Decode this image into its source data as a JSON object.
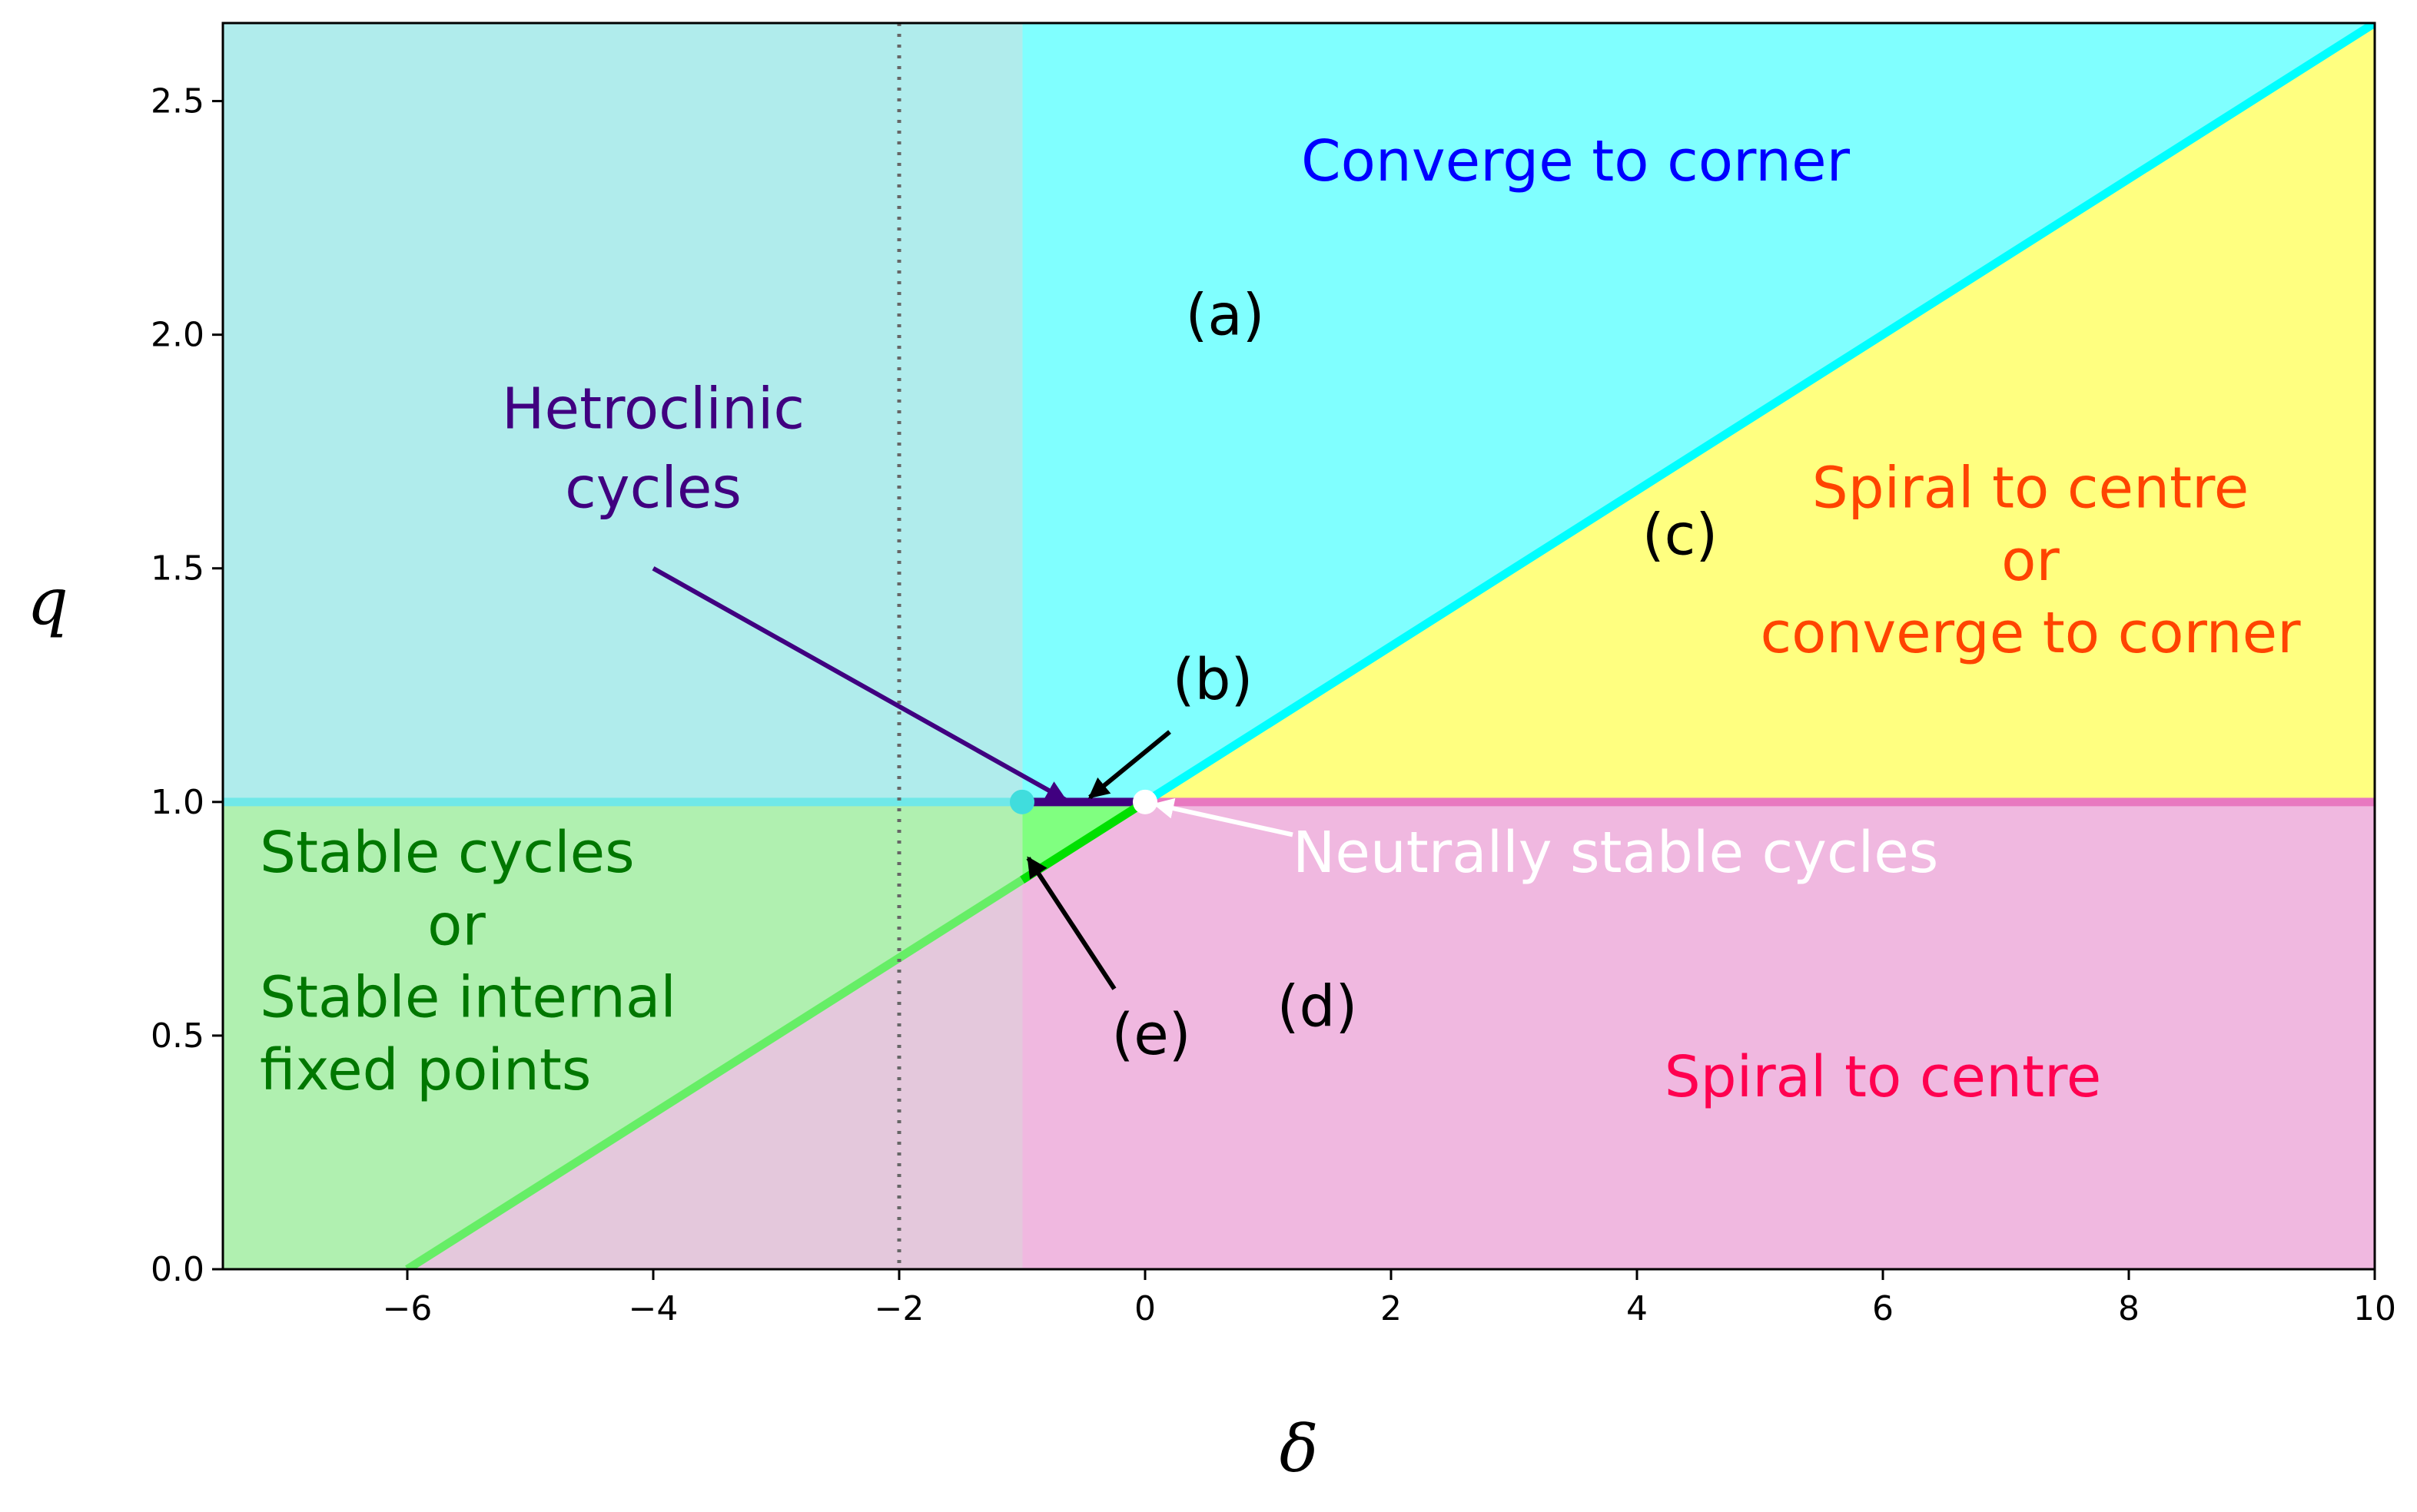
{
  "chart_data": {
    "type": "area",
    "xlabel": "δ",
    "ylabel": "q",
    "xlim": [
      -7.5,
      10
    ],
    "ylim": [
      0,
      2.667
    ],
    "xticks": [
      -6,
      -4,
      -2,
      0,
      2,
      4,
      6,
      8,
      10
    ],
    "xtick_labels": [
      "−6",
      "−4",
      "−2",
      "0",
      "2",
      "4",
      "6",
      "8",
      "10"
    ],
    "yticks": [
      0.0,
      0.5,
      1.0,
      1.5,
      2.0,
      2.5
    ],
    "ytick_labels": [
      "0.0",
      "0.5",
      "1.0",
      "1.5",
      "2.0",
      "2.5"
    ],
    "grid": false,
    "regions": [
      {
        "id": "a",
        "points": [
          [
            -1,
            1
          ],
          [
            0,
            1
          ],
          [
            10,
            2.667
          ],
          [
            -1,
            2.667
          ]
        ],
        "color": "#80ffff"
      },
      {
        "id": "c",
        "points": [
          [
            0,
            1
          ],
          [
            10,
            1
          ],
          [
            10,
            2.667
          ]
        ],
        "color": "#ffff80"
      },
      {
        "id": "d",
        "points": [
          [
            -1,
            0
          ],
          [
            10,
            0
          ],
          [
            10,
            1
          ],
          [
            0,
            1
          ],
          [
            -1,
            0.833
          ]
        ],
        "color": "#f0b8e0"
      },
      {
        "id": "e",
        "points": [
          [
            -1,
            0.833
          ],
          [
            0,
            1
          ],
          [
            -1,
            1
          ]
        ],
        "color": "#80ff80"
      },
      {
        "id": "left-green",
        "points": [
          [
            -7.5,
            0
          ],
          [
            -6,
            0
          ],
          [
            -1,
            0.833
          ],
          [
            -1,
            1
          ],
          [
            -7.5,
            1
          ]
        ],
        "color": "#b0f0b0"
      },
      {
        "id": "left-pink",
        "points": [
          [
            -6,
            0
          ],
          [
            -1,
            0
          ],
          [
            -1,
            0.833
          ]
        ],
        "color": "#e4c8dc"
      },
      {
        "id": "left-cyan",
        "points": [
          [
            -7.5,
            1
          ],
          [
            -1,
            1
          ],
          [
            -1,
            2.667
          ],
          [
            -7.5,
            2.667
          ]
        ],
        "color": "#b0ecec"
      }
    ],
    "lines": [
      {
        "id": "q1-left",
        "points": [
          [
            -7.5,
            1
          ],
          [
            -1,
            1
          ]
        ],
        "color": "#70e8e8"
      },
      {
        "id": "q1-heteroclinic",
        "points": [
          [
            -1,
            1
          ],
          [
            0,
            1
          ]
        ],
        "color": "#400080"
      },
      {
        "id": "q1-right",
        "points": [
          [
            0,
            1
          ],
          [
            10,
            1
          ]
        ],
        "color": "#e878c0"
      },
      {
        "id": "diag-upper",
        "points": [
          [
            0,
            1
          ],
          [
            10,
            2.667
          ]
        ],
        "color": "#00ffff"
      },
      {
        "id": "diag-lower-right",
        "points": [
          [
            -1,
            0.833
          ],
          [
            0,
            1
          ]
        ],
        "color": "#00e000"
      },
      {
        "id": "diag-lower-left",
        "points": [
          [
            -6,
            0
          ],
          [
            -1,
            0.833
          ]
        ],
        "color": "#66ee66"
      }
    ],
    "vline": {
      "x": -2,
      "style": "dotted",
      "color": "#666666"
    },
    "markers": [
      {
        "x": 0,
        "y": 1,
        "color": "#ffffff"
      },
      {
        "x": -1,
        "y": 1,
        "color": "#40dddd"
      }
    ],
    "annotations": [
      {
        "id": "converge-to-corner",
        "lines": [
          "Converge to corner"
        ],
        "x": 3.5,
        "y": 2.33,
        "color": "#0000ff",
        "anchor": "middle"
      },
      {
        "id": "label-a",
        "lines": [
          "(a)"
        ],
        "x": 0.65,
        "y": 2.0,
        "color": "#000000",
        "anchor": "middle"
      },
      {
        "id": "heteroclinic",
        "lines": [
          "Hetroclinic",
          "cycles"
        ],
        "x": -4.0,
        "y": 1.8,
        "color": "#400080",
        "anchor": "middle",
        "line_gap": 0.17
      },
      {
        "id": "label-c",
        "lines": [
          "(c)"
        ],
        "x": 4.35,
        "y": 1.53,
        "color": "#000000",
        "anchor": "middle"
      },
      {
        "id": "spiral-or-corner",
        "lines": [
          "Spiral to centre",
          "or",
          "converge to corner"
        ],
        "x": 7.2,
        "y": 1.63,
        "color": "#ff4400",
        "anchor": "middle",
        "line_gap": 0.155
      },
      {
        "id": "label-b",
        "lines": [
          "(b)"
        ],
        "x": 0.55,
        "y": 1.22,
        "color": "#000000",
        "anchor": "middle"
      },
      {
        "id": "neutral-cycles",
        "lines": [
          "Neutrally stable cycles"
        ],
        "x": 1.2,
        "y": 0.85,
        "color": "#ffffff",
        "anchor": "start"
      },
      {
        "id": "stable-cycles",
        "lines": [
          "Stable cycles"
        ],
        "x": -7.2,
        "y": 0.85,
        "color": "#007700",
        "anchor": "start"
      },
      {
        "id": "stable-or",
        "lines": [
          "or"
        ],
        "x": -5.6,
        "y": 0.695,
        "color": "#007700",
        "anchor": "middle"
      },
      {
        "id": "stable-internal",
        "lines": [
          "Stable internal",
          "fixed points"
        ],
        "x": -7.2,
        "y": 0.54,
        "color": "#007700",
        "anchor": "start",
        "line_gap": 0.155
      },
      {
        "id": "label-d",
        "lines": [
          "(d)"
        ],
        "x": 1.4,
        "y": 0.52,
        "color": "#000000",
        "anchor": "middle"
      },
      {
        "id": "label-e",
        "lines": [
          "(e)"
        ],
        "x": 0.05,
        "y": 0.46,
        "color": "#000000",
        "anchor": "middle"
      },
      {
        "id": "spiral-to-centre",
        "lines": [
          "Spiral to centre"
        ],
        "x": 6.0,
        "y": 0.37,
        "color": "#ff0050",
        "anchor": "middle"
      }
    ],
    "arrows": [
      {
        "id": "arrow-heteroclinic",
        "from": [
          -4.0,
          1.5
        ],
        "to": [
          -0.65,
          1.005
        ],
        "color": "#400080"
      },
      {
        "id": "arrow-b",
        "from": [
          0.2,
          1.15
        ],
        "to": [
          -0.45,
          1.01
        ],
        "color": "#000000"
      },
      {
        "id": "arrow-neutral",
        "from": [
          1.2,
          0.93
        ],
        "to": [
          0.08,
          0.995
        ],
        "color": "#ffffff"
      },
      {
        "id": "arrow-e",
        "from": [
          -0.25,
          0.6
        ],
        "to": [
          -0.95,
          0.88
        ],
        "color": "#000000"
      }
    ]
  }
}
